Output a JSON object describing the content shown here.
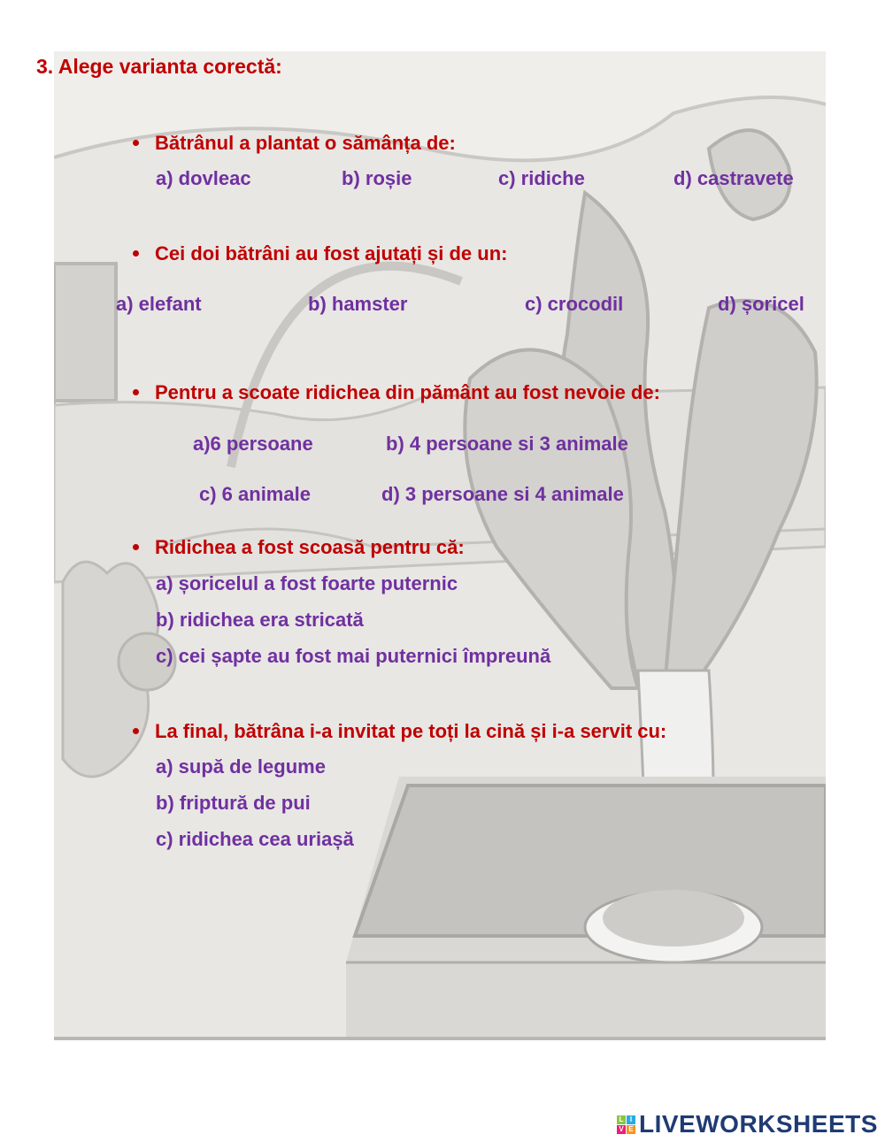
{
  "worksheet": {
    "title": "3. Alege varianta corectă:",
    "colors": {
      "question": "#c00000",
      "option": "#7030a0",
      "background": "#dcdbd7",
      "logo": "#1f3b73"
    },
    "questions": [
      {
        "text": "Bătrânul a plantat o sămânța de:",
        "options": [
          "a) dovleac",
          "b) roșie",
          "c) ridiche",
          "d)  castravete"
        ]
      },
      {
        "text": "Cei  doi bătrâni au fost  ajutați  și  de un:",
        "options": [
          "a) elefant",
          "b)  hamster",
          "c) crocodil",
          "d) șoricel"
        ]
      },
      {
        "text": "Pentru a scoate  ridichea din pământ au fost nevoie de:",
        "options": [
          "a)6 persoane",
          "b) 4 persoane  si 3 animale",
          "c) 6 animale",
          "d) 3 persoane si  4 animale"
        ]
      },
      {
        "text": "Ridichea a fost scoasă pentru că:",
        "options": [
          "a) șoricelul a fost foarte puternic",
          "b) ridichea era stricată",
          "c) cei șapte au fost mai puternici împreună"
        ]
      },
      {
        "text": "La final, bătrâna i-a invitat pe toți la cină și i-a servit cu:",
        "options": [
          "a) supă de legume",
          "b) friptură de pui",
          "c) ridichea cea uriașă"
        ]
      }
    ]
  },
  "footer": {
    "logo_letters": [
      "L",
      "I",
      "V",
      "E"
    ],
    "logo_text": "LIVEWORKSHEETS"
  }
}
